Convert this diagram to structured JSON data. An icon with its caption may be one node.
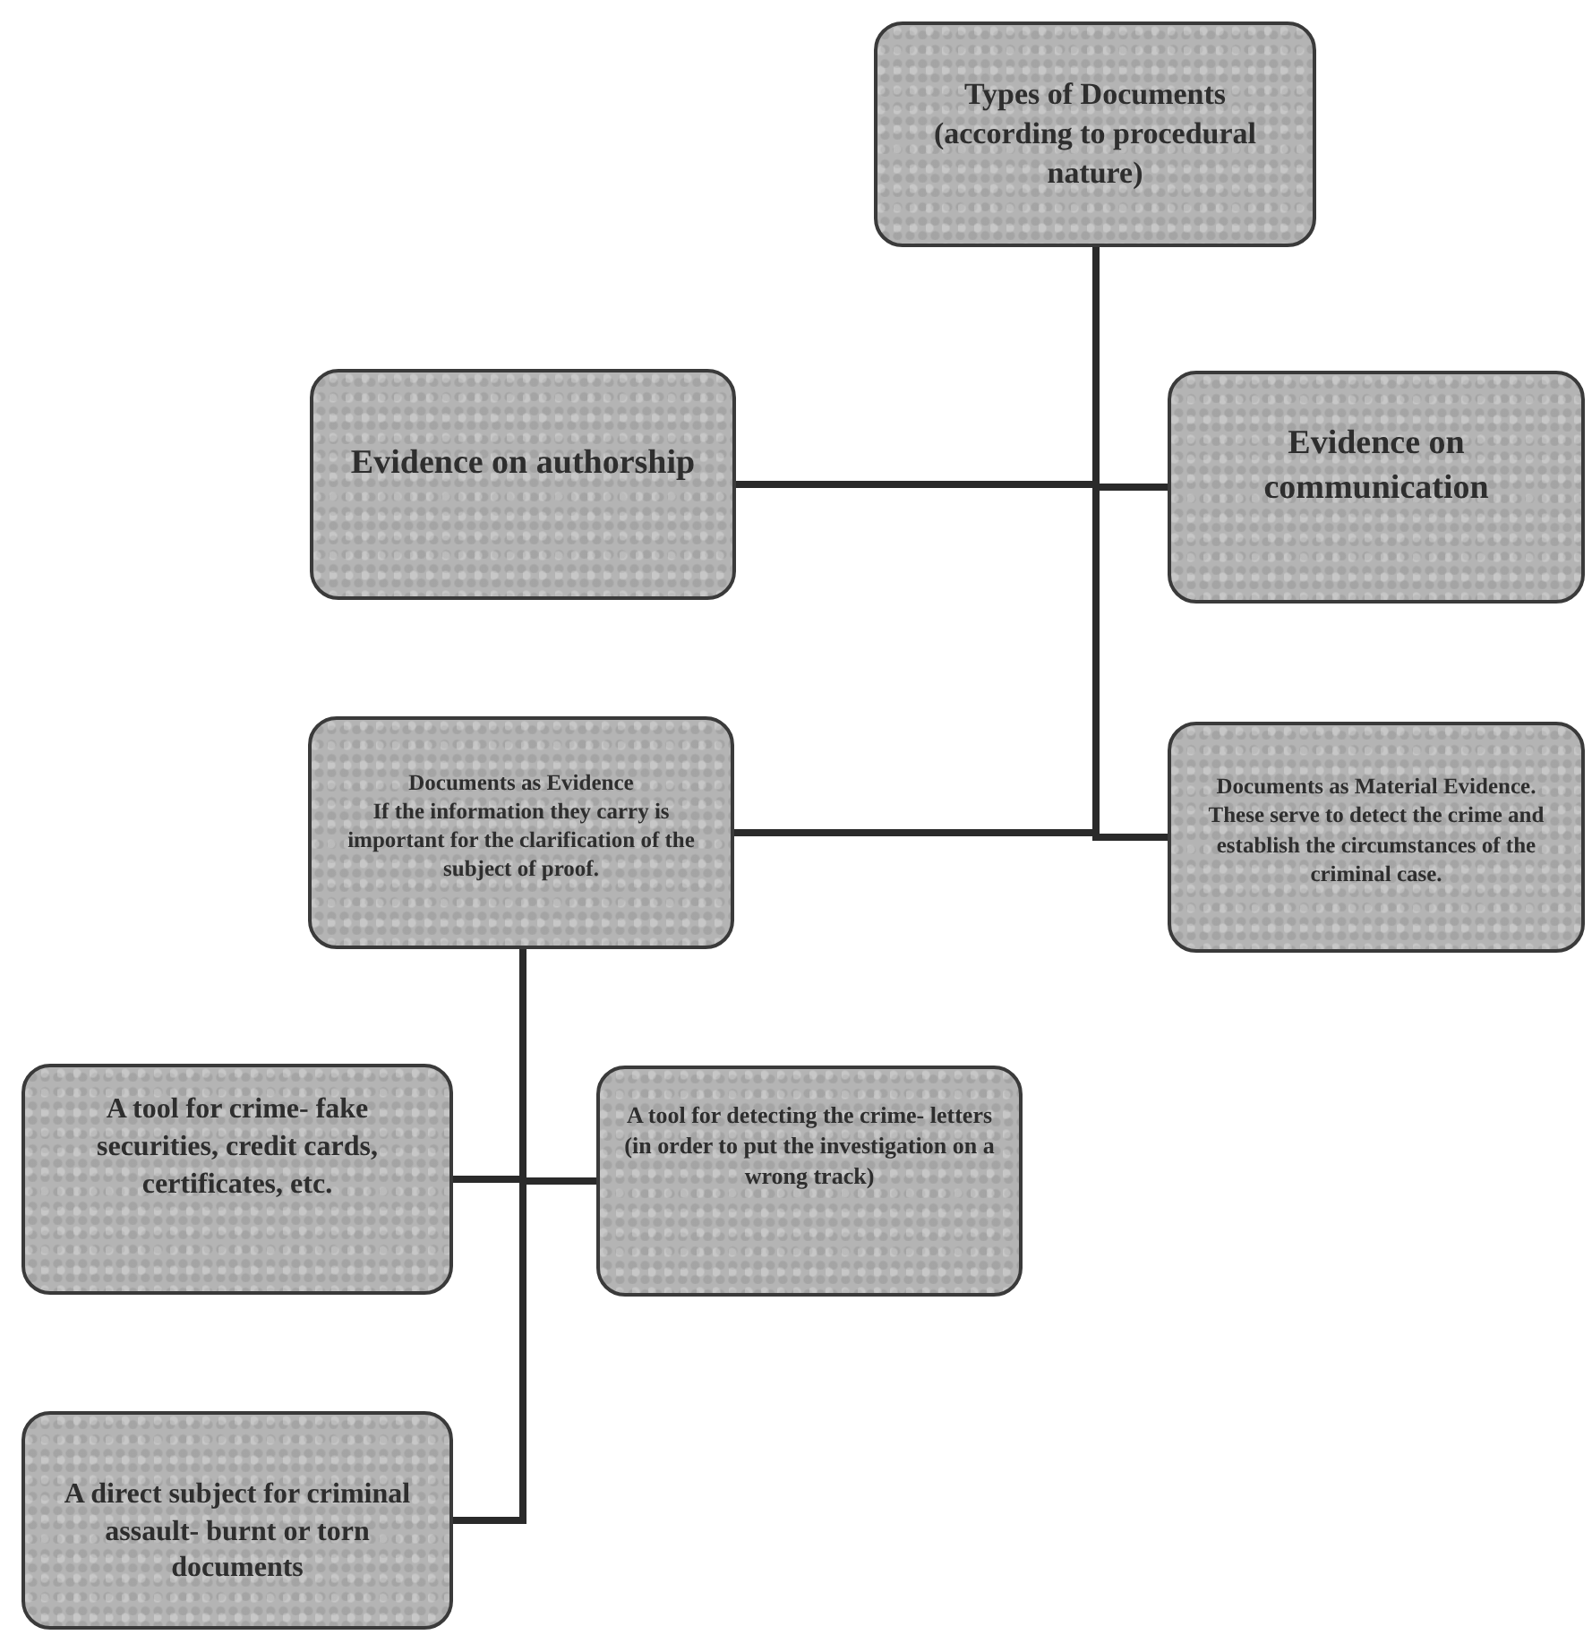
{
  "diagram": {
    "nodes": [
      {
        "text": [
          "Types of Documents (according to procedural nature)"
        ]
      },
      {
        "text": [
          "Evidence on authorship"
        ]
      },
      {
        "text": [
          "Evidence on communication"
        ]
      },
      {
        "text": [
          "Documents as Evidence",
          "If the information they carry is important for the clarification of the subject of proof."
        ]
      },
      {
        "text": [
          "Documents as Material Evidence.",
          "These serve to detect the crime and establish the circumstances of the criminal case."
        ]
      },
      {
        "text": [
          "A tool for crime- fake securities, credit cards, certificates, etc."
        ]
      },
      {
        "text": [
          "A tool for detecting the crime- letters (in order to put the investigation on a wrong track)"
        ]
      },
      {
        "text": [
          "A direct subject for criminal assault- burnt or torn documents"
        ]
      }
    ],
    "edges": [
      {
        "from": 0,
        "to": 1,
        "arrow": "none"
      },
      {
        "from": 0,
        "to": 2,
        "arrow": "none"
      },
      {
        "from": 0,
        "to": 3,
        "arrow": "none"
      },
      {
        "from": 0,
        "to": 4,
        "arrow": "none"
      },
      {
        "from": 3,
        "to": 5,
        "arrow": "none"
      },
      {
        "from": 3,
        "to": 6,
        "arrow": "none"
      },
      {
        "from": 3,
        "to": 7,
        "arrow": "none"
      }
    ]
  }
}
